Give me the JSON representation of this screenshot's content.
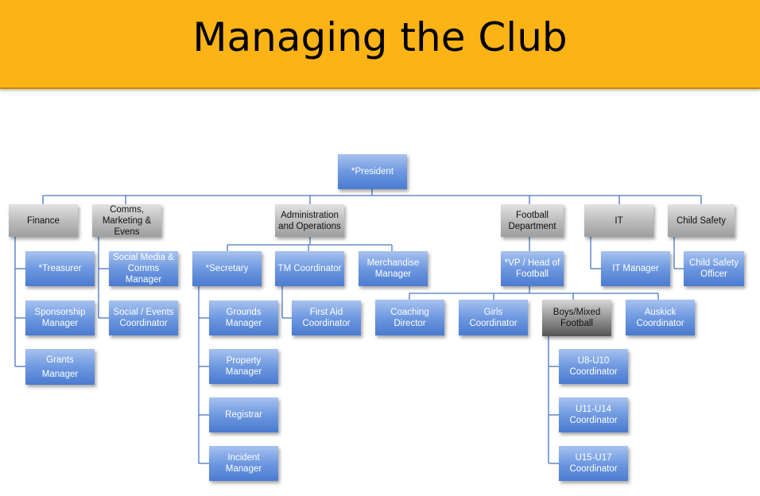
{
  "title": "Managing the Club",
  "nodes": {
    "president": "*President",
    "finance": "Finance",
    "comms": "Comms, Marketing & Evens",
    "admin": "Administration and Operations",
    "football": "Football Department",
    "it": "IT",
    "child_safety": "Child Safety",
    "treasurer": "*Treasurer",
    "sponsorship": "Sponsorship Manager",
    "grants": "Grants Manager",
    "social_media": "Social Media & Comms Manager",
    "social_events": "Social / Events Coordinator",
    "secretary": "*Secretary",
    "tm_coordinator": "TM Coordinator",
    "merchandise": "Merchandise Manager",
    "first_aid": "First Aid Coordinator",
    "grounds": "Grounds Manager",
    "property": "Property Manager",
    "registrar": "Registrar",
    "incident": "Incident Manager",
    "vp_football": "*VP / Head of Football",
    "coaching": "Coaching Director",
    "girls": "Girls Coordinator",
    "boys": "Boys/Mixed Football",
    "auskick": "Auskick Coordinator",
    "u8": "U8-U10 Coordinator",
    "u11": "U11-U14 Coordinator",
    "u15": "U15-U17 Coordinator",
    "it_manager": "IT Manager",
    "child_safety_officer": "Child Safety Officer"
  }
}
